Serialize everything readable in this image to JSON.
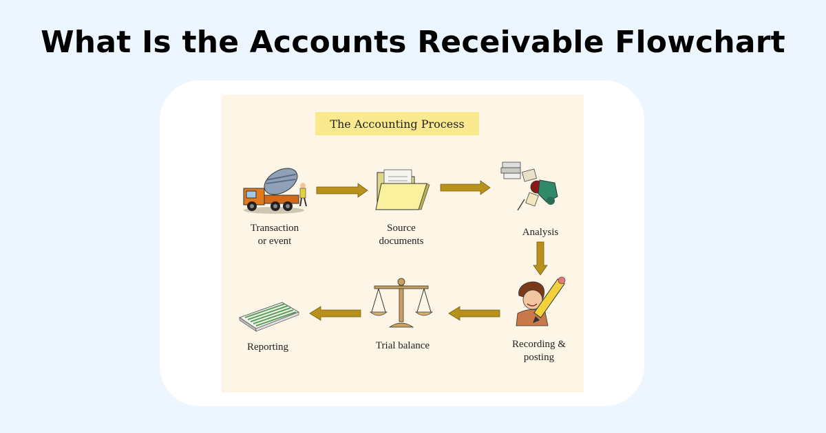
{
  "page": {
    "title": "What Is the Accounts Receivable Flowchart"
  },
  "diagram": {
    "title": "The Accounting Process",
    "steps": [
      {
        "label": "Transaction\nor event",
        "icon": "cement-truck-icon"
      },
      {
        "label": "Source\ndocuments",
        "icon": "folder-icon"
      },
      {
        "label": "Analysis",
        "icon": "analysis-person-icon"
      },
      {
        "label": "Recording &\nposting",
        "icon": "person-writing-pencil-icon"
      },
      {
        "label": "Trial balance",
        "icon": "balance-scale-icon"
      },
      {
        "label": "Reporting",
        "icon": "report-stack-icon"
      }
    ],
    "colors": {
      "panel_bg": "#fdf5e6",
      "title_bg": "#fbe98f",
      "arrow": "#b8901c",
      "page_bg": "#edf5ff"
    }
  }
}
